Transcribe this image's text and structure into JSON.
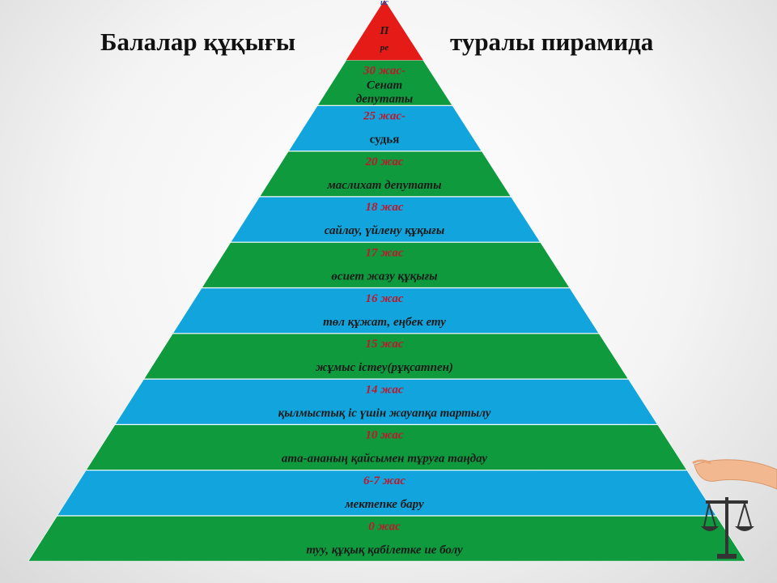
{
  "title": {
    "left": "Балалар құқығы",
    "right": "туралы пирамида"
  },
  "colors": {
    "green": "#0f9a3e",
    "blue": "#12a4dd",
    "red": "#e41b17",
    "age_text": "#c0172b"
  },
  "pyramid": {
    "tiers": [
      {
        "age": "0 жас",
        "text": "туу, құқық қабілетке ие болу",
        "color": "green"
      },
      {
        "age": "6-7 жас",
        "text": "мектепке бару",
        "color": "blue"
      },
      {
        "age": "10 жас",
        "text": "ата-ананың қайсымен тұруға таңдау",
        "color": "green"
      },
      {
        "age": "14 жас",
        "text": "қылмыстық іс үшін жауапқа тартылу",
        "color": "blue"
      },
      {
        "age": "15 жас",
        "text": "жұмыс істеу(рұқсатпен)",
        "color": "green"
      },
      {
        "age": "16 жас",
        "text": "төл құжат, еңбек ету",
        "color": "blue"
      },
      {
        "age": "17 жас",
        "text": "өсиет жазу құқығы",
        "color": "green"
      },
      {
        "age": "18 жас",
        "text": "сайлау, үйлену құқығы",
        "color": "blue"
      },
      {
        "age": "20 жас",
        "text": "маслихат депутаты",
        "color": "green"
      },
      {
        "age": "25 жас-",
        "text": "судья",
        "color": "blue"
      },
      {
        "age": "30 жас-",
        "text": "Сенат",
        "text2": "депутаты",
        "color": "green"
      }
    ],
    "apex": {
      "top_label": "ис",
      "line1": "П",
      "line2": "ре",
      "color": "red"
    }
  },
  "decor": {
    "hand_icon": "protecting-hand-icon",
    "scales_icon": "scales-of-justice-icon"
  }
}
